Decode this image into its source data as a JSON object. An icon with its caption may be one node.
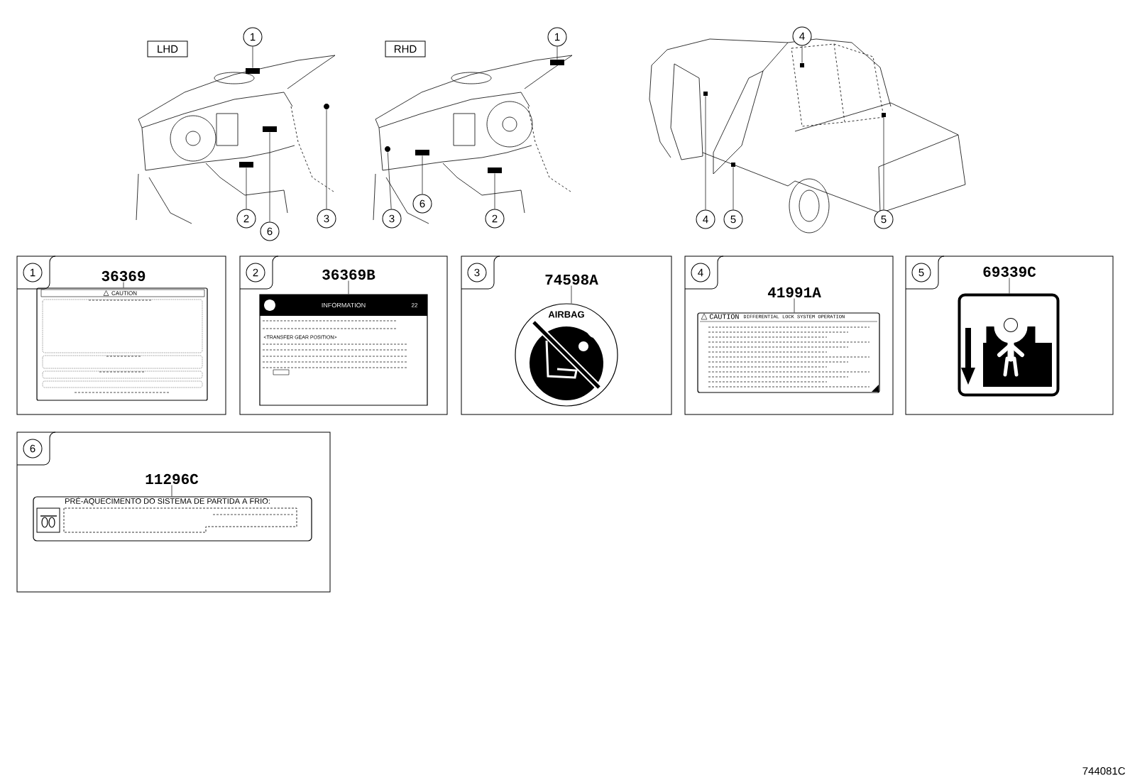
{
  "diagram": {
    "nodes": [
      {
        "text": [
          "LHD"
        ]
      },
      {
        "text": [
          "RHD"
        ]
      },
      {
        "text": [
          "1"
        ]
      },
      {
        "text": [
          "2"
        ]
      },
      {
        "text": [
          "6"
        ]
      },
      {
        "text": [
          "3"
        ]
      },
      {
        "text": [
          "3"
        ]
      },
      {
        "text": [
          "6"
        ]
      },
      {
        "text": [
          "1"
        ]
      },
      {
        "text": [
          "2"
        ]
      },
      {
        "text": [
          "4"
        ]
      },
      {
        "text": [
          "4"
        ]
      },
      {
        "text": [
          "5"
        ]
      },
      {
        "text": [
          "5"
        ]
      },
      {
        "text": [],
        "shape": "box"
      },
      {
        "text": [
          "1"
        ],
        "in": 14
      },
      {
        "text": [
          "36369"
        ],
        "in": 14
      },
      {
        "text": [
          "CAUTION"
        ],
        "in": 14
      },
      {
        "text": [],
        "shape": "box"
      },
      {
        "text": [
          "2"
        ],
        "in": 18
      },
      {
        "text": [
          "36369B"
        ],
        "in": 18
      },
      {
        "text": [
          "INFORMATION",
          "22",
          "<TRANSFER GEAR POSITION>"
        ],
        "in": 18
      },
      {
        "text": [],
        "shape": "box"
      },
      {
        "text": [
          "3"
        ],
        "in": 22
      },
      {
        "text": [
          "74598A"
        ],
        "in": 22
      },
      {
        "text": [
          "AIRBAG"
        ],
        "in": 22
      },
      {
        "text": [],
        "shape": "box"
      },
      {
        "text": [
          "4"
        ],
        "in": 26
      },
      {
        "text": [
          "41991A"
        ],
        "in": 26
      },
      {
        "text": [
          "CAUTION",
          "DIFFERENTIAL LOCK SYSTEM OPERATION"
        ],
        "in": 26
      },
      {
        "text": [],
        "shape": "box"
      },
      {
        "text": [
          "5"
        ],
        "in": 30
      },
      {
        "text": [
          "69339C"
        ],
        "in": 30
      },
      {
        "text": [],
        "shape": "picture",
        "in": 30
      },
      {
        "text": [],
        "shape": "box"
      },
      {
        "text": [
          "6"
        ],
        "in": 34
      },
      {
        "text": [
          "11296C"
        ],
        "in": 34
      },
      {
        "text": [
          "PRÉ-AQUECIMENTO DO SISTEMA DE PARTIDA A FRIO:"
        ],
        "in": 34
      },
      {
        "text": [],
        "shape": "box"
      },
      {
        "text": [],
        "shape": "box"
      },
      {
        "text": [],
        "shape": "box"
      },
      {
        "text": [],
        "shape": "circle"
      },
      {
        "text": [],
        "shape": "circle"
      },
      {
        "text": [],
        "shape": "box"
      },
      {
        "text": [],
        "shape": "box"
      },
      {
        "text": [],
        "shape": "box"
      },
      {
        "text": [],
        "shape": "box"
      },
      {
        "text": [],
        "shape": "box"
      },
      {
        "text": [],
        "shape": "box"
      },
      {
        "text": [],
        "shape": "box"
      }
    ],
    "edges": [
      {
        "from": 2,
        "to": 38,
        "arrow": "none"
      },
      {
        "from": 3,
        "to": 39,
        "arrow": "none"
      },
      {
        "from": 4,
        "to": 40,
        "arrow": "none"
      },
      {
        "from": 5,
        "to": 41,
        "arrow": "none"
      },
      {
        "from": 6,
        "to": 42,
        "arrow": "none"
      },
      {
        "from": 7,
        "to": 43,
        "arrow": "none"
      },
      {
        "from": 8,
        "to": 44,
        "arrow": "none"
      },
      {
        "from": 9,
        "to": 45,
        "arrow": "none"
      },
      {
        "from": 10,
        "to": 46,
        "arrow": "none"
      },
      {
        "from": 11,
        "to": 47,
        "arrow": "none"
      },
      {
        "from": 12,
        "to": 48,
        "arrow": "none"
      },
      {
        "from": 13,
        "to": 49,
        "arrow": "none"
      },
      {
        "from": 16,
        "to": 17,
        "arrow": "none"
      },
      {
        "from": 20,
        "to": 21,
        "arrow": "none"
      },
      {
        "from": 24,
        "to": 25,
        "arrow": "none"
      },
      {
        "from": 28,
        "to": 29,
        "arrow": "none"
      },
      {
        "from": 32,
        "to": 33,
        "arrow": "none"
      },
      {
        "from": 36,
        "to": 37,
        "arrow": "none"
      }
    ],
    "labels": [
      "744081C"
    ]
  }
}
